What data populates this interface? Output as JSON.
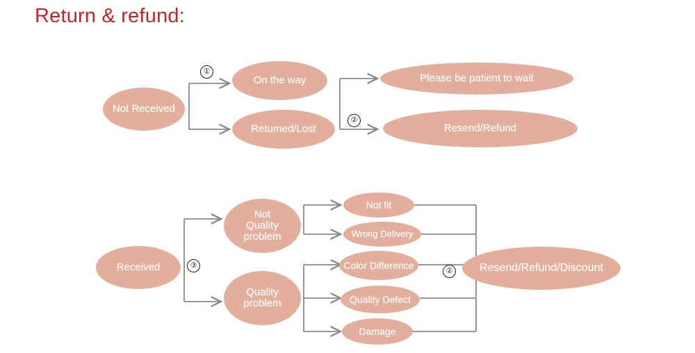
{
  "page": {
    "title": "Return & refund:",
    "title_color": "#cc2026",
    "background_color": "#ffffff",
    "node_color": "#e3af9c",
    "node_text_color": "#ffffff",
    "connector_color": "#808080"
  },
  "flow_not_received": {
    "start": {
      "label": "Not Received"
    },
    "branch_marker": "①",
    "middle": [
      {
        "label": "On the way"
      },
      {
        "label": "Retumed/Lost"
      }
    ],
    "merge_marker": "②",
    "outcomes": [
      {
        "label": "Please be patient to wait"
      },
      {
        "label": "Resend/Refund"
      }
    ]
  },
  "flow_received": {
    "start": {
      "label": "Received"
    },
    "branch_marker": "③",
    "categories": [
      {
        "label": "Not Quality problem",
        "lines": [
          "Not",
          "Quality",
          "problem"
        ]
      },
      {
        "label": "Quality problem",
        "lines": [
          "Quality",
          "problem"
        ]
      }
    ],
    "reasons": [
      {
        "label": "Not fit"
      },
      {
        "label": "Wrong Delivery"
      },
      {
        "label": "Color Difference"
      },
      {
        "label": "Quality Defect"
      },
      {
        "label": "Damage"
      }
    ],
    "merge_marker": "②",
    "outcome": {
      "label": "Resend/Refund/Discount"
    }
  }
}
